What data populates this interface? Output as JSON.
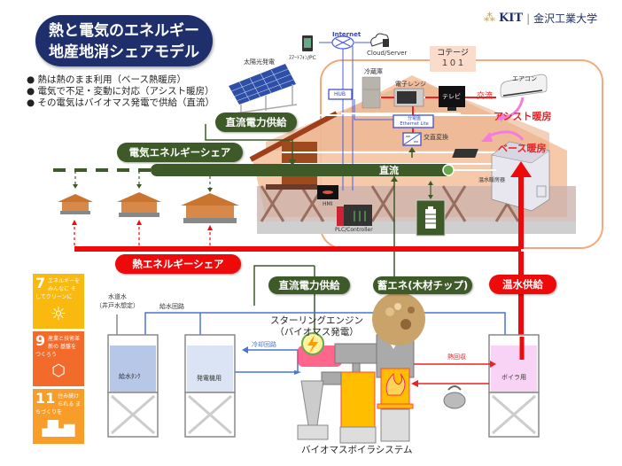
{
  "header": {
    "title_line1": "熱と電気のエネルギー",
    "title_line2": "地産地消シェアモデル",
    "bullets": [
      "熱は熱のまま利用（ベース熱暖房）",
      "電気で不足・変動に対応（アシスト暖房）",
      "その電気はバイオマス発電で供給（直流）"
    ]
  },
  "logo": {
    "icon": "kit-emblem-icon",
    "brand": "KIT",
    "separator": "|",
    "university": "金沢工業大学"
  },
  "network": {
    "internet": "Internet",
    "smartphone": "ｽﾏｰﾄﾌｫﾝ/PC",
    "cloud": "Cloud/Server",
    "hub": "HUB"
  },
  "cottage": {
    "name_line1": "コテージ",
    "name_line2": "１０１",
    "fridge": "冷蔵庫",
    "microwave": "電子レンジ",
    "tv": "テレビ",
    "aircon": "エアコン",
    "ac_label": "交流",
    "assist_heating": "アシスト暖房",
    "base_heating": "ベース暖房",
    "panel_line1": "分電盤",
    "panel_line2": "Ethernet Lite",
    "inverter": "交直変換",
    "heater": "温水暖房器",
    "hmi": "HMI",
    "plc": "PLC/Controller",
    "dc_bus": "直流"
  },
  "solar": {
    "label": "太陽光発電"
  },
  "labels": {
    "dc_supply_top": "直流電力供給",
    "electric_share": "電気エネルギーシェア",
    "heat_share": "熱エネルギーシェア",
    "dc_supply_bottom": "直流電力供給",
    "storage": "蓄エネ(木材チップ)",
    "hot_water_supply": "温水供給"
  },
  "plant": {
    "tap_water_line1": "水道水",
    "tap_water_line2": "（井戸水想定）",
    "feed_circuit": "給水回路",
    "stirling_line1": "スターリングエンジン",
    "stirling_line2": "（バイオマス発電）",
    "cooling_circuit": "冷却回路",
    "feed_tank": "給水ﾀﾝｸ",
    "generator_tank": "発電機用",
    "heat_recovery": "熱回収",
    "boiler_tank": "ボイラ用",
    "system_name": "バイオマスボイラシステム"
  },
  "sdgs": [
    {
      "number": "7",
      "text": "エネルギーをみんなに そしてクリーンに",
      "color": "#f9b90f",
      "icon": "sun-power-icon"
    },
    {
      "number": "9",
      "text": "産業と技術革新の 基盤をつくろう",
      "color": "#f26b2b",
      "icon": "cubes-icon"
    },
    {
      "number": "11",
      "text": "住み続けられる まちづくりを",
      "color": "#f89d2a",
      "icon": "city-buildings-icon"
    }
  ],
  "colors": {
    "navy": "#1f2f6b",
    "green": "#3d5a28",
    "red": "#ee0a0a",
    "blue": "#4a74d6",
    "orange_line": "#f3a978"
  }
}
